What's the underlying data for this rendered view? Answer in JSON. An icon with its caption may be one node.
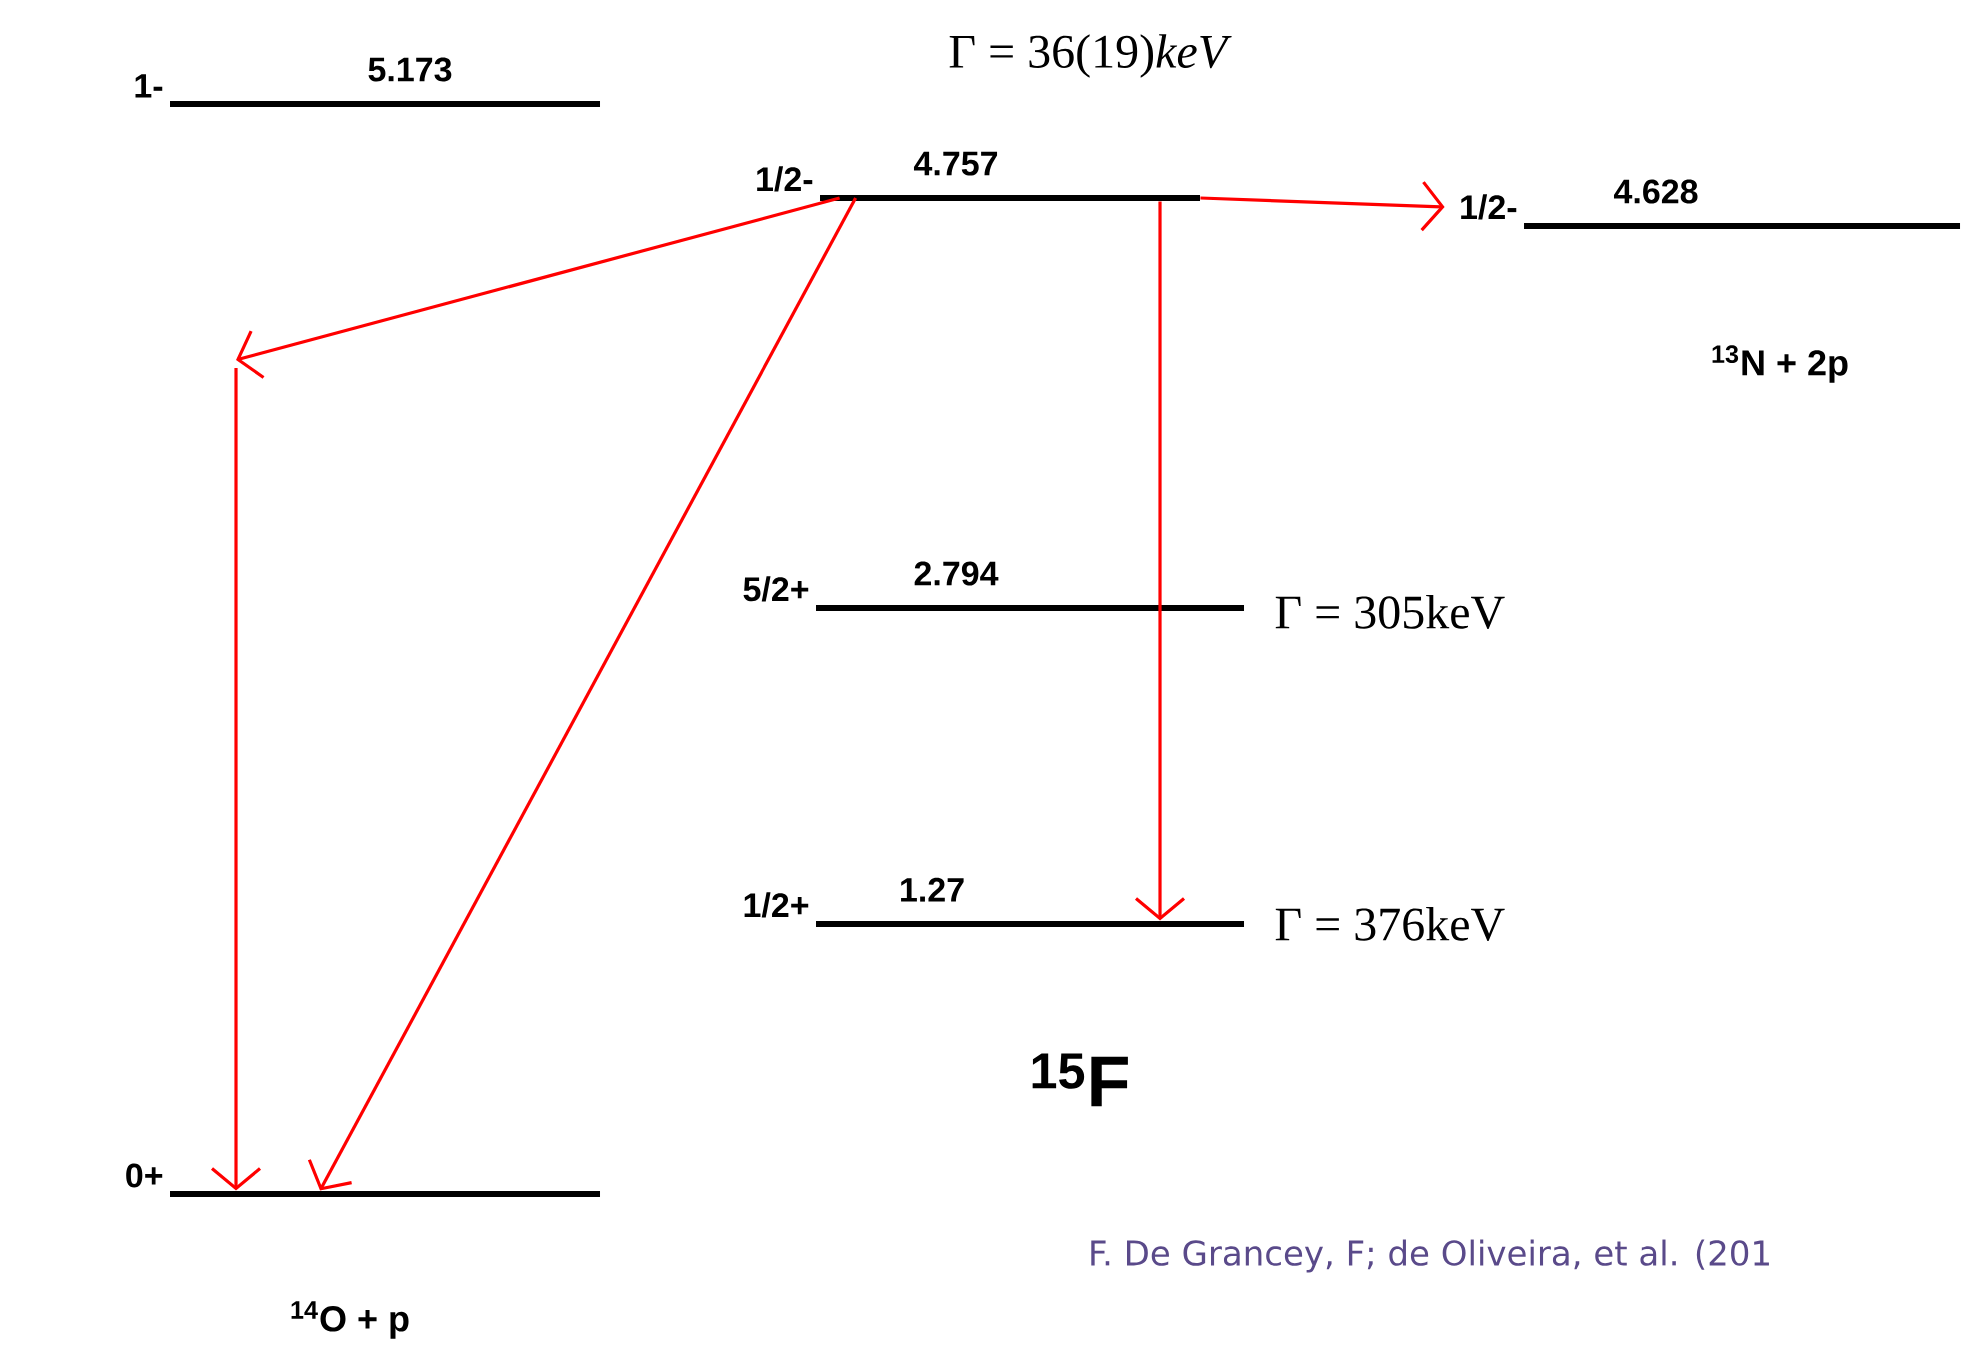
{
  "diagram": {
    "nodes": [
      {
        "text": [
          "1-",
          "5.173"
        ]
      },
      {
        "text": [
          "1/2-",
          "4.757"
        ],
        "beside": [
          "Γ = 36(19)*keV*"
        ]
      },
      {
        "text": [
          "1/2-",
          "4.628"
        ],
        "beside": [
          "$^{13}$N + 2p"
        ]
      },
      {
        "text": [
          "5/2+",
          "2.794"
        ],
        "beside": [
          "Γ = 305keV"
        ]
      },
      {
        "text": [
          "1/2+",
          "1.27"
        ],
        "beside": [
          "Γ = 376keV"
        ]
      },
      {
        "text": [
          "0+"
        ],
        "beside": [
          "$^{14}$O + p"
        ]
      }
    ],
    "edges": [
      {
        "from": 1,
        "to": null,
        "arrow": "to"
      },
      {
        "from": null,
        "to": 5,
        "arrow": "to"
      },
      {
        "from": 1,
        "to": 5,
        "arrow": "to"
      },
      {
        "from": 1,
        "to": 2,
        "arrow": "to"
      },
      {
        "from": 1,
        "to": 4,
        "arrow": "to"
      }
    ],
    "labels": [
      "$^{15}$F",
      "F. De Grancey, F; de Oliveira, et al. (201"
    ]
  }
}
